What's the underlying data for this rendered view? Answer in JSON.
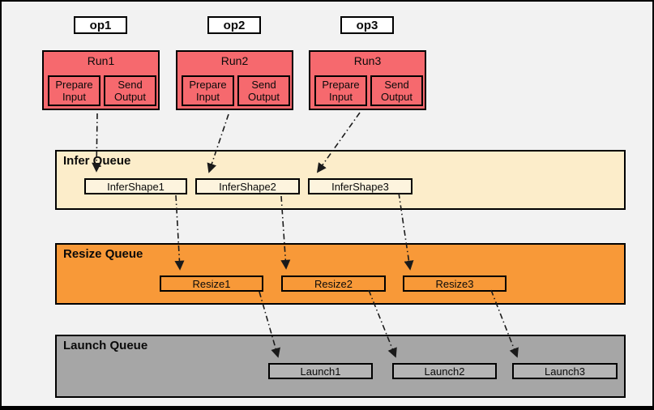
{
  "ops": [
    {
      "label": "op1"
    },
    {
      "label": "op2"
    },
    {
      "label": "op3"
    }
  ],
  "runs": [
    {
      "title": "Run1",
      "prepare": [
        "Prepare",
        "Input"
      ],
      "send": [
        "Send",
        "Output"
      ]
    },
    {
      "title": "Run2",
      "prepare": [
        "Prepare",
        "Input"
      ],
      "send": [
        "Send",
        "Output"
      ]
    },
    {
      "title": "Run3",
      "prepare": [
        "Prepare",
        "Input"
      ],
      "send": [
        "Send",
        "Output"
      ]
    }
  ],
  "queues": [
    {
      "label": "Infer Queue",
      "bg": "#FCEDCA",
      "item_bg": "#FDF4DE",
      "items": [
        "InferShape1",
        "InferShape2",
        "InferShape3"
      ]
    },
    {
      "label": "Resize Queue",
      "bg": "#F89938",
      "item_bg": "#F89938",
      "items": [
        "Resize1",
        "Resize2",
        "Resize3"
      ]
    },
    {
      "label": "Launch Queue",
      "bg": "#A6A6A6",
      "item_bg": "#B5B5B5",
      "items": [
        "Launch1",
        "Launch2",
        "Launch3"
      ]
    }
  ],
  "colors": {
    "run_fill": "#F6696E",
    "op_fill": "#FFFFFF",
    "page_bg": "#F2F2F2",
    "line": "#1A1A1A"
  },
  "flows": [
    {
      "from": "Run1",
      "to": "InferShape1"
    },
    {
      "from": "Run2",
      "to": "InferShape2"
    },
    {
      "from": "Run3",
      "to": "InferShape3"
    },
    {
      "from": "InferShape1",
      "to": "Resize1"
    },
    {
      "from": "InferShape2",
      "to": "Resize2"
    },
    {
      "from": "InferShape3",
      "to": "Resize3"
    },
    {
      "from": "Resize1",
      "to": "Launch1"
    },
    {
      "from": "Resize2",
      "to": "Launch2"
    },
    {
      "from": "Resize3",
      "to": "Launch3"
    }
  ]
}
